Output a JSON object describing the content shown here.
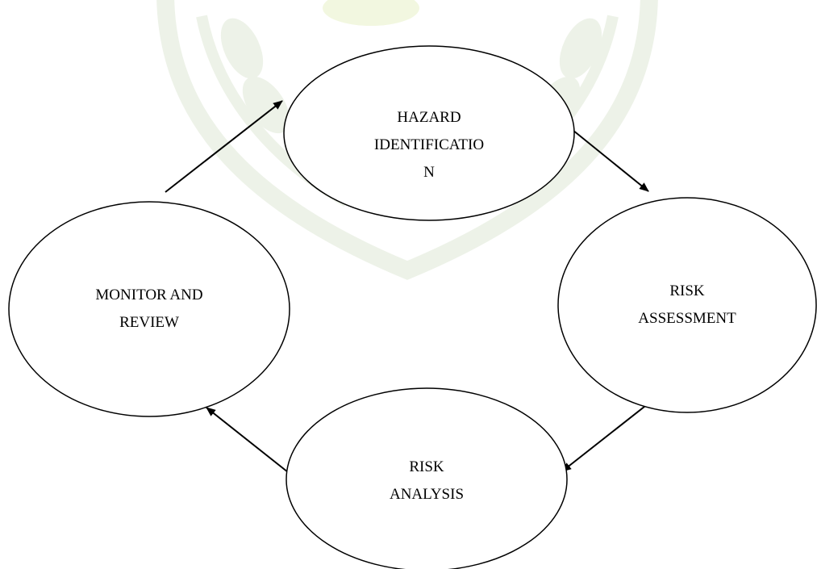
{
  "colors": {
    "background": "#ffffff",
    "stroke": "#000000",
    "text": "#000000",
    "watermark": "#dfe8d6",
    "watermark_accent": "#e9f2c8"
  },
  "nodes": {
    "hazard": {
      "lines": [
        "HAZARD",
        "IDENTIFICATIO",
        "N"
      ]
    },
    "assessment": {
      "lines": [
        "RISK",
        "ASSESSMENT"
      ]
    },
    "analysis": {
      "lines": [
        "RISK",
        "ANALYSIS"
      ]
    },
    "monitor": {
      "lines": [
        "MONITOR AND",
        "REVIEW"
      ]
    }
  },
  "edges": [
    {
      "from": "hazard",
      "to": "assessment"
    },
    {
      "from": "assessment",
      "to": "analysis"
    },
    {
      "from": "analysis",
      "to": "monitor"
    },
    {
      "from": "monitor",
      "to": "hazard"
    }
  ]
}
